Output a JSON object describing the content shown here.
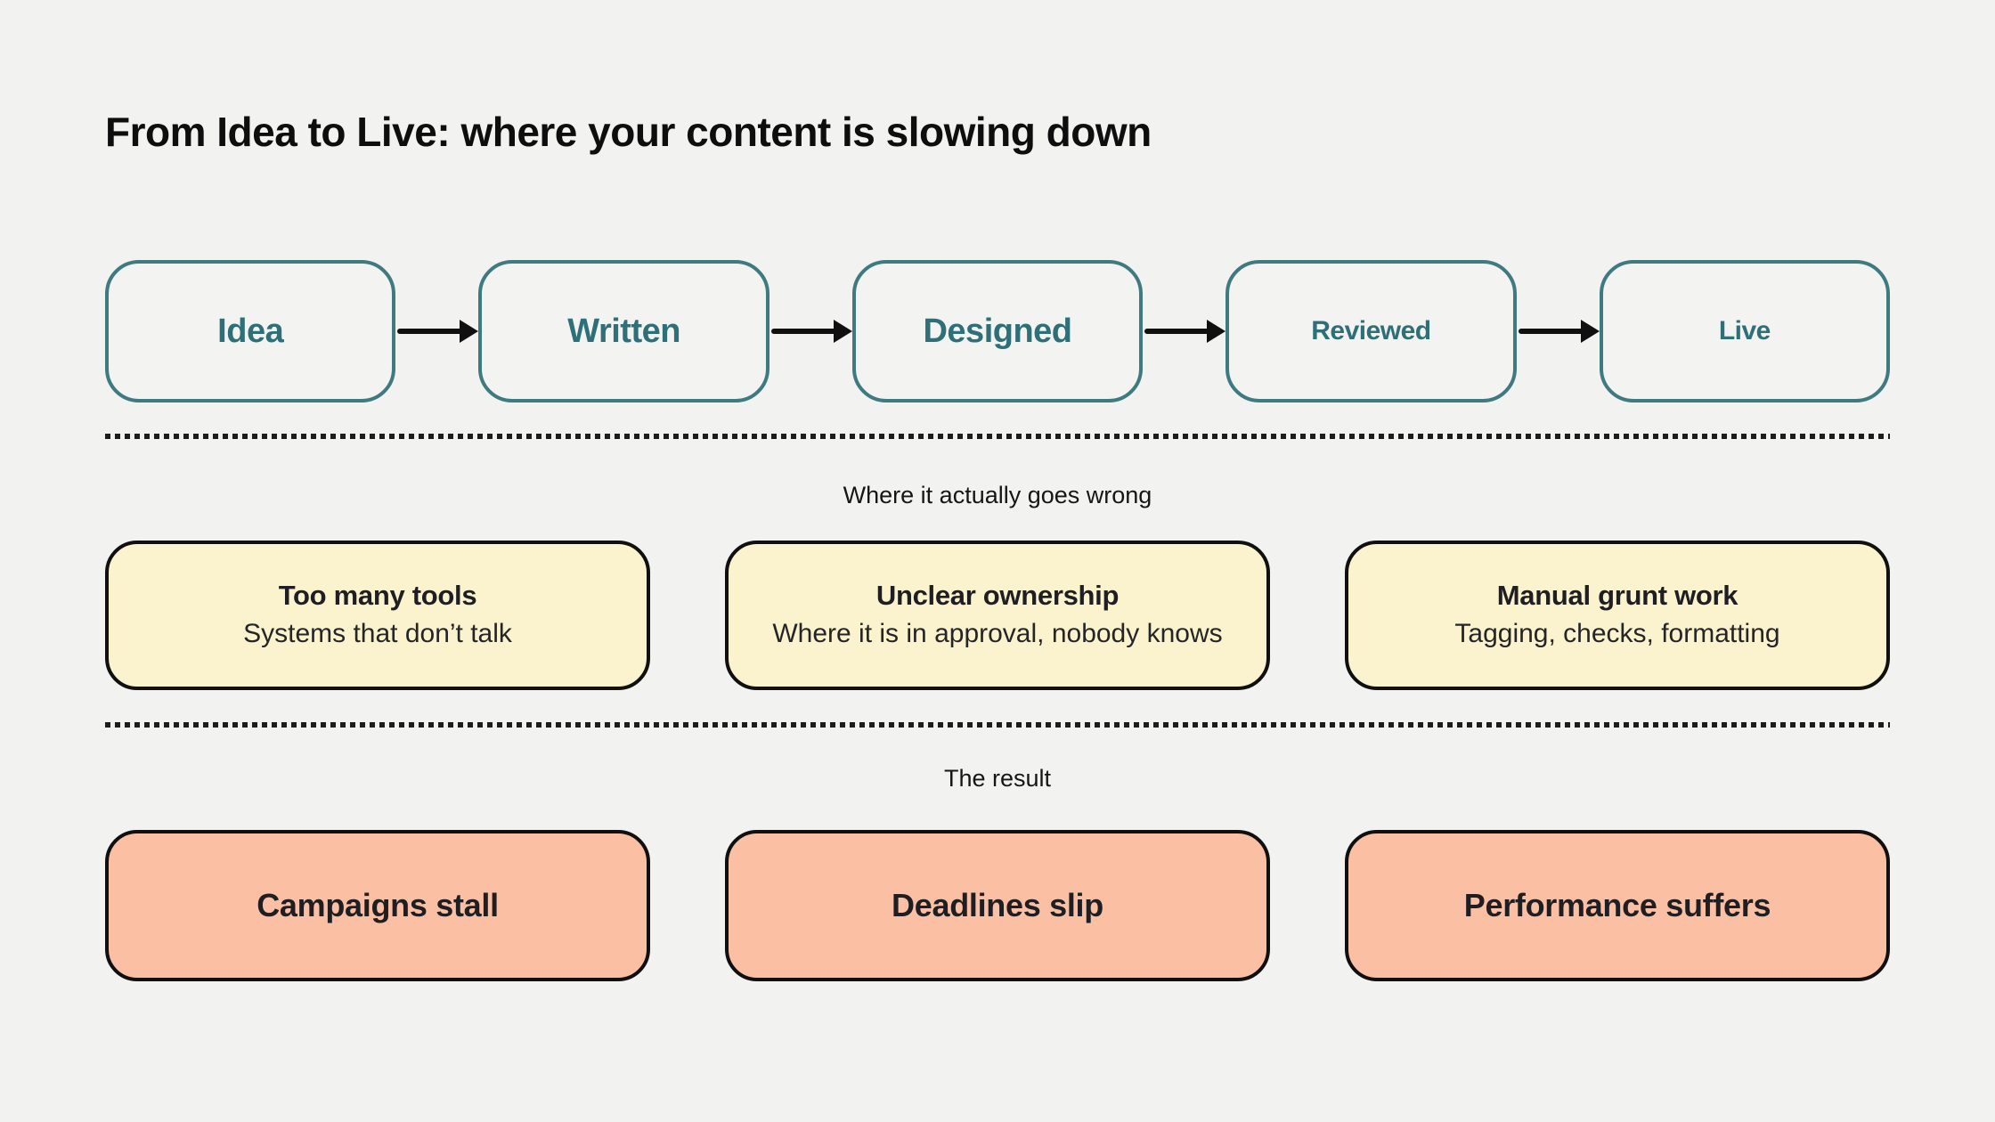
{
  "page": {
    "title": "From Idea to Live: where your content is slowing down",
    "background_color": "#F2F2F1"
  },
  "colors": {
    "teal_border": "#3E7A80",
    "teal_text": "#2E6F78",
    "stage_fill": "#F3F3F2",
    "yellow_card_fill": "#FAF3CD",
    "salmon_card_fill": "#FBC0A4",
    "card_border": "#101010",
    "arrow": "#101010",
    "text_dark": "#1f1f23"
  },
  "pipeline": {
    "stages": [
      {
        "label": "Idea"
      },
      {
        "label": "Written"
      },
      {
        "label": "Designed"
      },
      {
        "label": "Reviewed"
      },
      {
        "label": "Live"
      }
    ]
  },
  "problems": {
    "label": "Where it actually goes wrong",
    "cards": [
      {
        "title": "Too many tools",
        "subtitle": "Systems that don’t talk"
      },
      {
        "title": "Unclear ownership",
        "subtitle": "Where it is in approval, nobody knows"
      },
      {
        "title": "Manual grunt work",
        "subtitle": "Tagging, checks, formatting"
      }
    ]
  },
  "results": {
    "label": "The result",
    "cards": [
      {
        "label": "Campaigns stall"
      },
      {
        "label": "Deadlines slip"
      },
      {
        "label": "Performance suffers"
      }
    ]
  }
}
